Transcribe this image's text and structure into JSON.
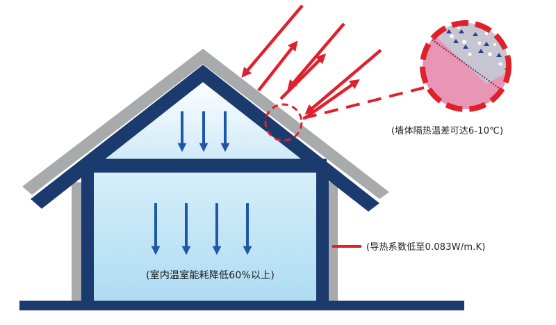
{
  "labels": {
    "wall_temp_diff": "(墙体隔热温差可达6-10℃)",
    "thermal_conductivity": "(导热系数低至0.083W/m.K)",
    "energy_saving": "(室内温室能耗降低60%以上)"
  },
  "colors": {
    "frame_navy": "#1b3a6d",
    "roof_gray": "#a9aaac",
    "interior_light_blue": "#bfe3f5",
    "arrow_red": "#e0202a",
    "arrow_blue": "#1f56a8",
    "swatch_pink": "#e895b6",
    "swatch_orange": "#f2a683",
    "swatch_light_blue": "#9fd5ef",
    "swatch_gray": "#bcbcc6"
  },
  "icons": {
    "sun_rays": "red-arrow-icon",
    "heat_flow": "blue-down-arrow-icon",
    "material_closeup": "magnifier-circle-icon"
  }
}
